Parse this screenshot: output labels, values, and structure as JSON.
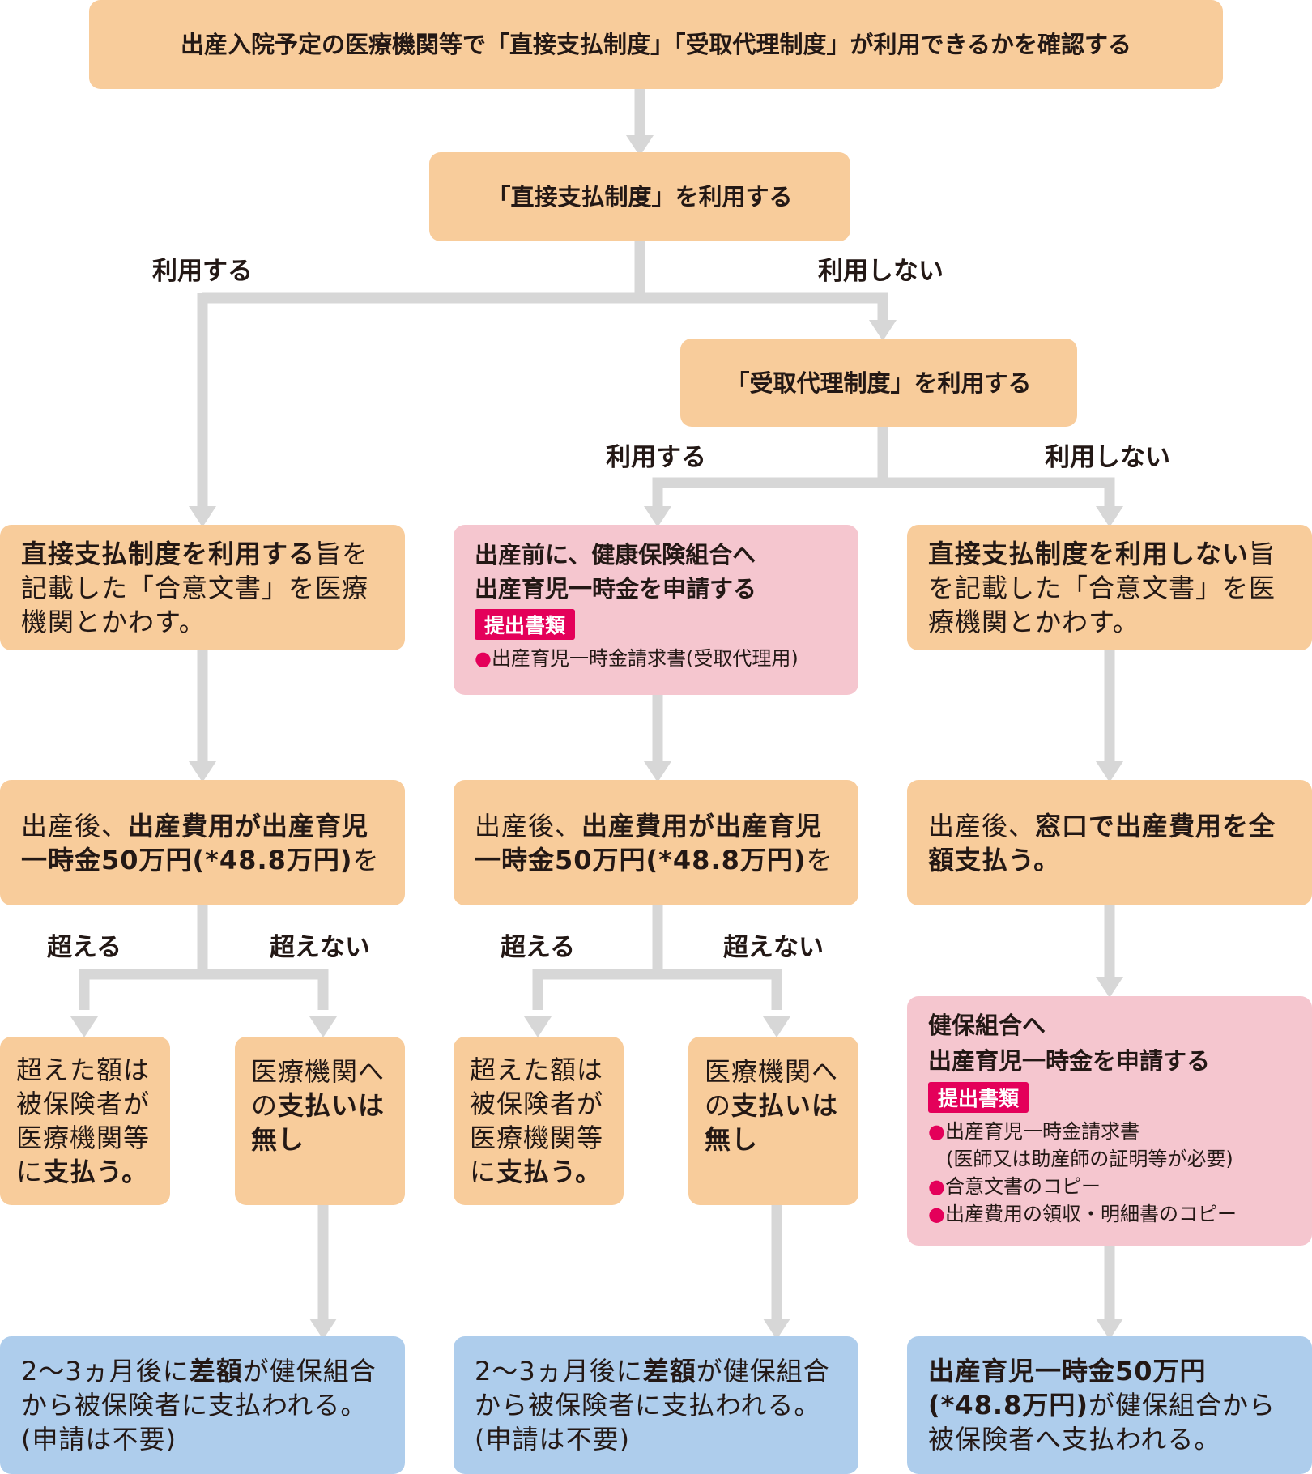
{
  "top": {
    "text": "出産入院予定の医療機関等で「直接支払制度」「受取代理制度」が利用できるかを確認する"
  },
  "q1": {
    "text": "「直接支払制度」を利用する"
  },
  "q1_yes": "利用する",
  "q1_no": "利用しない",
  "q2": {
    "text": "「受取代理制度」を利用する"
  },
  "q2_yes": "利用する",
  "q2_no": "利用しない",
  "left": {
    "agree": {
      "bold": "直接支払制度を利用する",
      "rest": "旨を記載した「合意文書」を医療機関とかわす。"
    },
    "after": {
      "lead": "出産後、",
      "bold": "出産費用が出産育児一時金50万円",
      "paren": "(*48.8万円)",
      "tail": "を"
    },
    "over": "超える",
    "notover": "超えない",
    "pay": {
      "normal": "超えた額は\n被保険者が\n医療機関等\nに",
      "bold": "支払う。"
    },
    "nopay": {
      "normal": "医療機関へ\nの",
      "bold": "支払いは\n無し"
    },
    "result": {
      "pre": "2〜3ヵ月後に",
      "bold": "差額",
      "post": "が健保組合\nから被保険者に支払われる。\n(申請は不要)"
    }
  },
  "mid": {
    "apply": {
      "title": "出産前に、健康保険組合へ\n出産育児一時金を申請する",
      "badge": "提出書類",
      "docs": [
        "出産育児一時金請求書(受取代理用)"
      ]
    },
    "after": {
      "lead": "出産後、",
      "bold": "出産費用が出産育児一時金50万円",
      "paren": "(*48.8万円)",
      "tail": "を"
    },
    "over": "超える",
    "notover": "超えない",
    "pay": {
      "normal": "超えた額は\n被保険者が\n医療機関等\nに",
      "bold": "支払う。"
    },
    "nopay": {
      "normal": "医療機関へ\nの",
      "bold": "支払いは\n無し"
    },
    "result": {
      "pre": "2〜3ヵ月後に",
      "bold": "差額",
      "post": "が健保組合\nから被保険者に支払われる。\n(申請は不要)"
    }
  },
  "right": {
    "agree": {
      "bold": "直接支払制度を利用しない",
      "rest": "旨を記載した「合意文書」を医療機関とかわす。"
    },
    "after": {
      "lead": "出産後、",
      "bold": "窓口で出産費用を全額支払う。"
    },
    "apply": {
      "title": "健保組合へ\n出産育児一時金を申請する",
      "badge": "提出書類",
      "doc1": "出産育児一時金請求書",
      "doc1_note": "(医師又は助産師の証明等が必要)",
      "doc2": "合意文書のコピー",
      "doc3": "出産費用の領収・明細書のコピー"
    },
    "result": {
      "bold1": "出産育児一時金50万円",
      "bold2": "(*48.8万円)",
      "post": "が健保組合から被保険者へ支払われる。"
    }
  },
  "colors": {
    "orange": "#f8cc9b",
    "pink": "#f5c6cf",
    "blue": "#aecdec",
    "connector": "#d7d7d7",
    "accent": "#e4005a"
  }
}
